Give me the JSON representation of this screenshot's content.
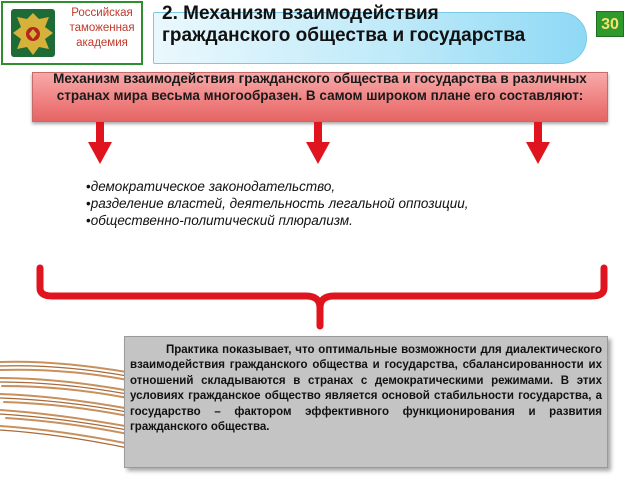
{
  "logo": {
    "academy_name": "Российская таможенная академия",
    "icon": "academy-emblem-icon"
  },
  "header": {
    "title": "2. Механизм взаимодействия гражданского общества и государства",
    "slide_number": "30"
  },
  "intro": {
    "text": "Механизм взаимодействия гражданского общества и государства в различных странах мира весьма многообразен. В самом широком плане его составляют:"
  },
  "components": {
    "items": [
      "демократическое законодательство,",
      "разделение властей, деятельность легальной оппозиции,",
      "общественно-политический плюрализм."
    ]
  },
  "conclusion": {
    "text": "Практика показывает, что оптимальные возможности для диалектического взаимодействия гражданского общества и государства, сбалансированности их отношений складываются в странах с демократическими режимами. В этих условиях гражданское общество является основой стабильности государства, а государство – фактором эффективного функционирования и развития гражданского общества."
  },
  "colors": {
    "accent_red": "#e0141e",
    "title_banner": "#bfeaf9",
    "slide_badge": "#2e9a2e",
    "panel_gray": "#c4c4c4"
  }
}
